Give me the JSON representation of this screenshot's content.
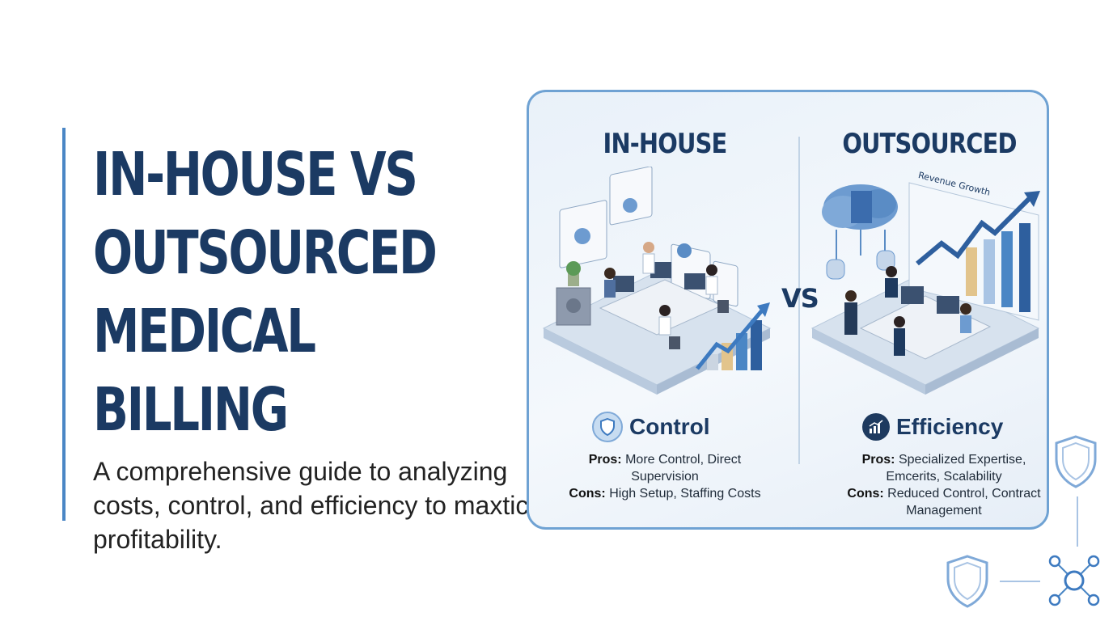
{
  "hero": {
    "title_lines": [
      "IN-HOUSE VS",
      "OUTSOURCED",
      "MEDICAL",
      "BILLING"
    ],
    "subtitle": "A comprehensive guide to analyzing costs, control, and efficiency to maxtice profitability."
  },
  "comparison": {
    "left": {
      "heading": "IN-HOUSE",
      "badge_icon": "shield-icon",
      "badge_label": "Control",
      "pros_label": "Pros:",
      "pros_text": "More Control, Direct Supervision",
      "cons_label": "Cons:",
      "cons_text": "High Setup, Staffing Costs"
    },
    "vs_label": "VS",
    "right": {
      "heading": "OUTSOURCED",
      "chart_label": "Revenue Growth",
      "badge_icon": "growth-chart-icon",
      "badge_label": "Efficiency",
      "pros_label": "Pros:",
      "pros_text": "Specialized Expertise, Emcerits, Scalability",
      "cons_label": "Cons:",
      "cons_text": "Reduced Control, Contract Management"
    }
  },
  "colors": {
    "navy": "#1b3a63",
    "accent": "#4a86c5",
    "card_border": "#6fa2d3"
  }
}
